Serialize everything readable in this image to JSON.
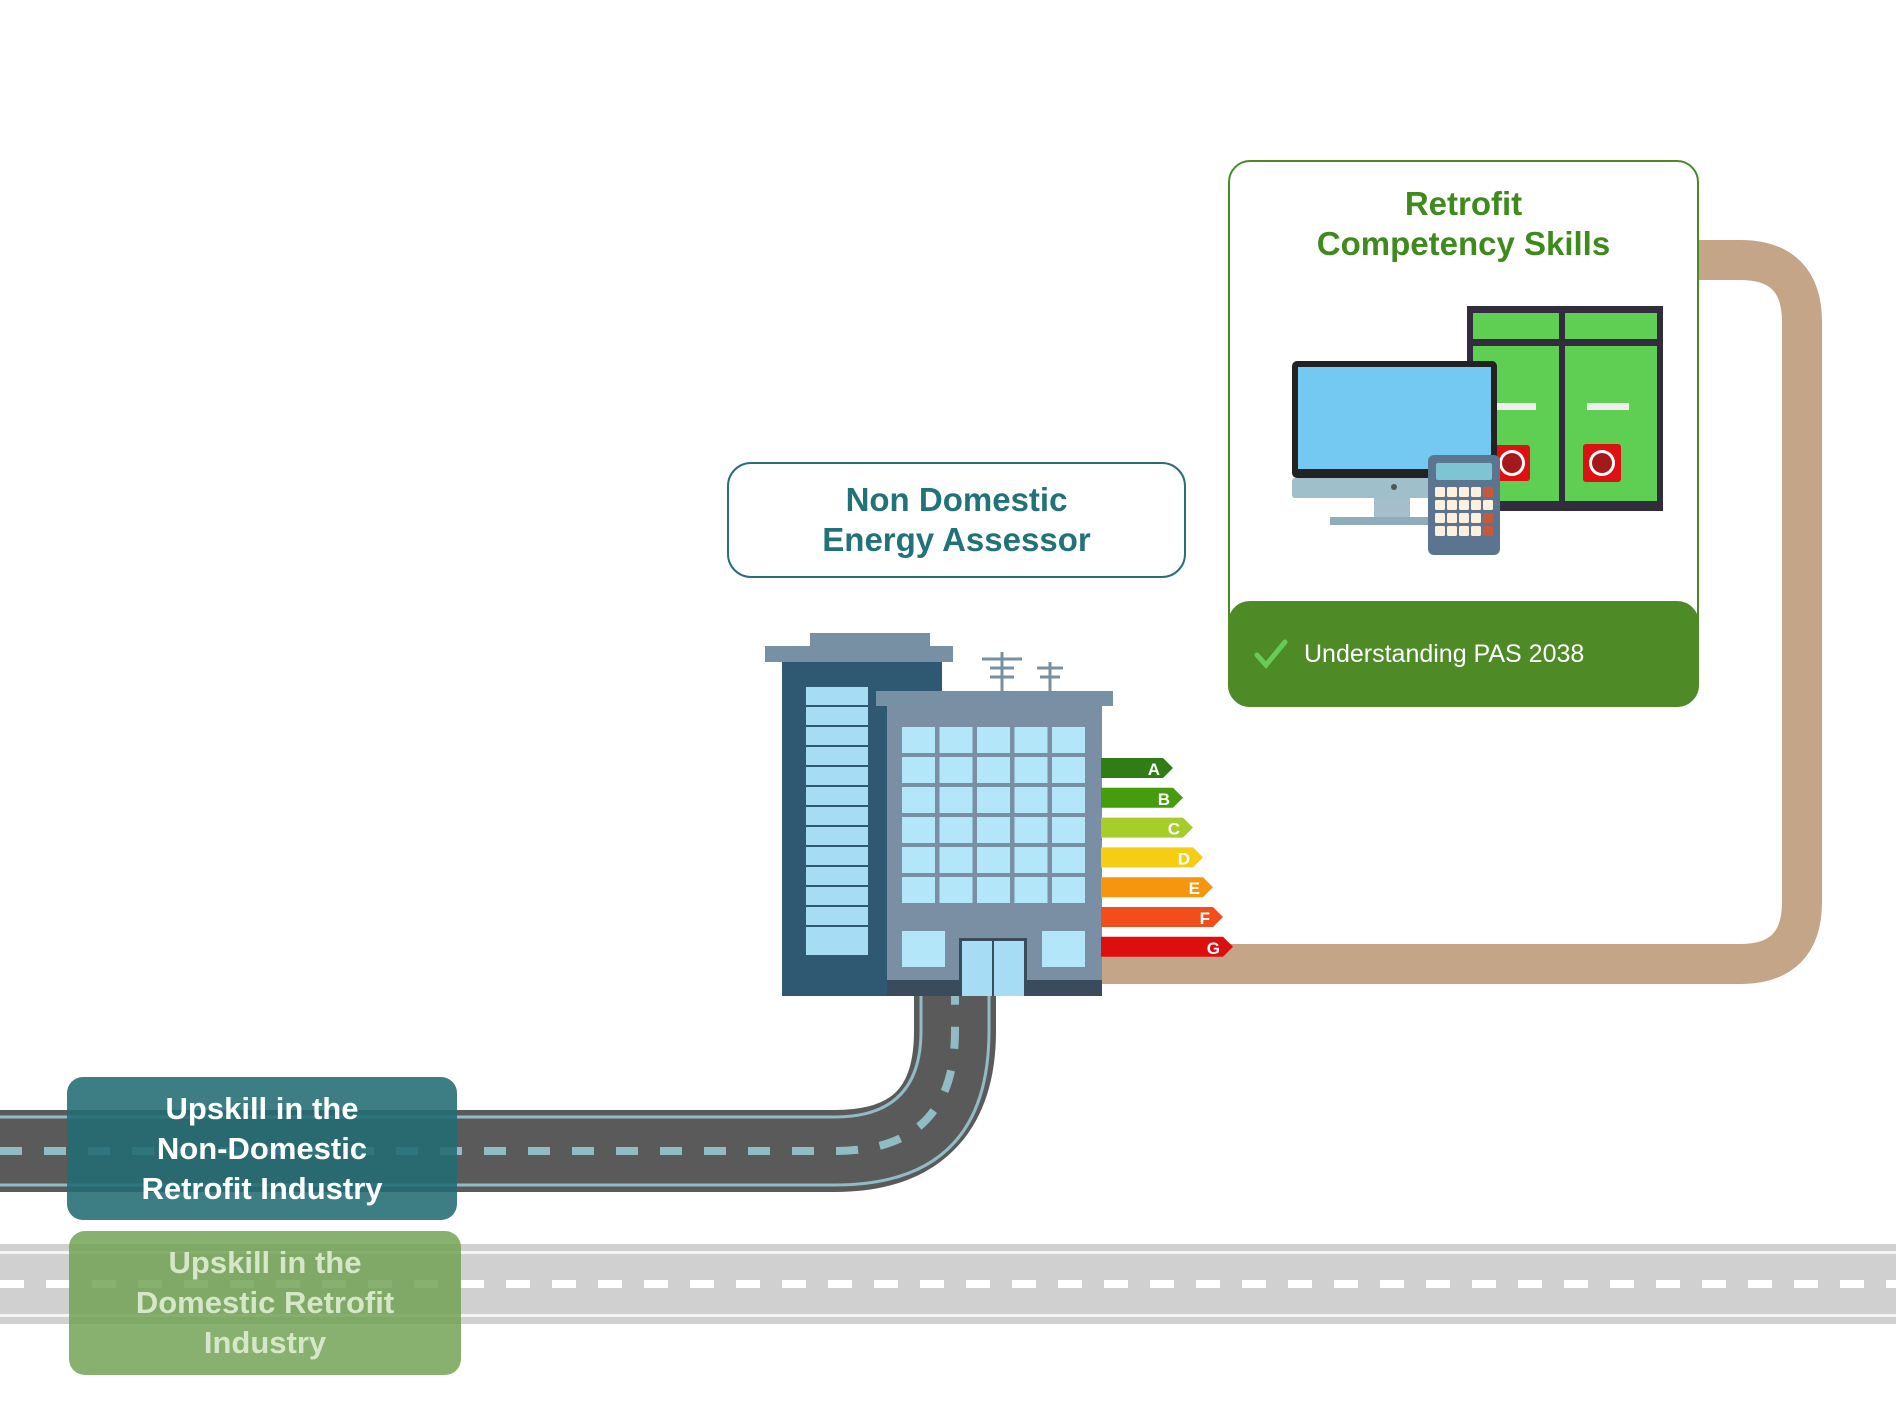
{
  "nodes": {
    "non_domestic": {
      "title_line1": "Non Domestic",
      "title_line2": "Energy Assessor",
      "color": "#22727a"
    },
    "retrofit": {
      "title_line1": "Retrofit",
      "title_line2": "Competency Skills",
      "color": "#3f8a1d",
      "footer_item": "Understanding PAS 2038",
      "footer_icon": "checkmark-icon",
      "footer_color": "#4e8a26"
    }
  },
  "roads": {
    "current": {
      "label_line1": "Upskill in the",
      "label_line2": "Non-Domestic",
      "label_line3": "Retrofit Industry",
      "color": "#226c74"
    },
    "previous": {
      "label_line1": "Upskill in the",
      "label_line2": "Domestic Retrofit",
      "label_line3": "Industry",
      "color": "#6ea050"
    }
  },
  "energy_ratings": [
    {
      "label": "A",
      "color": "#2f7d14"
    },
    {
      "label": "B",
      "color": "#459c0c"
    },
    {
      "label": "C",
      "color": "#a7cd2a"
    },
    {
      "label": "D",
      "color": "#f7cd14"
    },
    {
      "label": "E",
      "color": "#f6960e"
    },
    {
      "label": "F",
      "color": "#f24e1c"
    },
    {
      "label": "G",
      "color": "#dc0e0e"
    }
  ],
  "path_color": "#c4a587"
}
